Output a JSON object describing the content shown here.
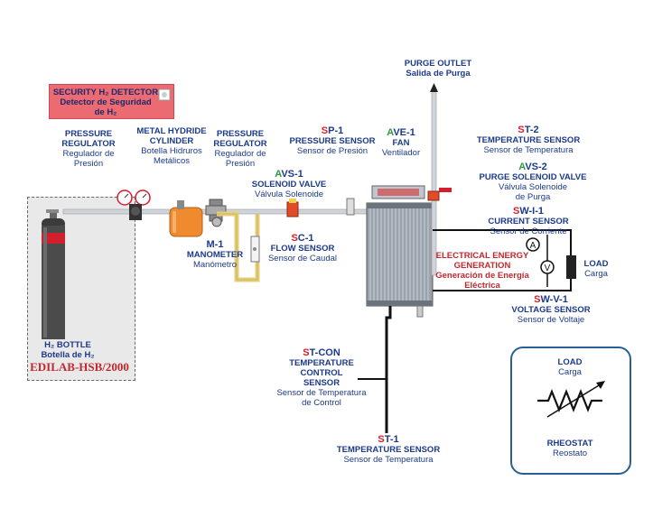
{
  "security_detector": {
    "title": "SECURITY H₂ DETECTOR",
    "sub1": "Detector de Seguridad",
    "sub2": "de H₂"
  },
  "pressure_regulator_1": {
    "t1": "PRESSURE",
    "t2": "REGULATOR",
    "s1": "Regulador de",
    "s2": "Presión"
  },
  "hydride_cylinder": {
    "t1": "METAL HYDRIDE",
    "t2": "CYLINDER",
    "s1": "Botella Hidruros",
    "s2": "Metálicos"
  },
  "pressure_regulator_2": {
    "t1": "PRESSURE",
    "t2": "REGULATOR",
    "s1": "Regulador de",
    "s2": "Presión"
  },
  "sp1": {
    "prefix": "S",
    "code": "P-1",
    "t": "PRESSURE SENSOR",
    "s": "Sensor de Presión"
  },
  "ave1": {
    "prefix": "A",
    "code": "VE-1",
    "t": "FAN",
    "s": "Ventilador"
  },
  "purge_outlet": {
    "t": "PURGE OUTLET",
    "s": "Salida de Purga"
  },
  "st2": {
    "prefix": "S",
    "code": "T-2",
    "t": "TEMPERATURE SENSOR",
    "s": "Sensor de Temperatura"
  },
  "avs2": {
    "prefix": "A",
    "code": "VS-2",
    "t": "PURGE SOLENOID VALVE",
    "s1": "Válvula Solenoide",
    "s2": "de Purga"
  },
  "swi1": {
    "prefix": "S",
    "code": "W-I-1",
    "t": "CURRENT SENSOR",
    "s": "Sensor de Corriente"
  },
  "avs1": {
    "prefix": "A",
    "code": "VS-1",
    "t": "SOLENOID VALVE",
    "s": "Válvula Solenoide"
  },
  "sc1": {
    "prefix": "S",
    "code": "C-1",
    "t": "FLOW SENSOR",
    "s": "Sensor de Caudal"
  },
  "m1": {
    "code": "M-1",
    "t": "MANOMETER",
    "s": "Manómetro"
  },
  "electrical": {
    "t1": "ELECTRICAL ENERGY",
    "t2": "GENERATION",
    "s1": "Generación de Energía",
    "s2": "Eléctrica"
  },
  "load": {
    "t": "LOAD",
    "s": "Carga"
  },
  "swv1": {
    "prefix": "S",
    "code": "W-V-1",
    "t": "VOLTAGE SENSOR",
    "s": "Sensor de Voltaje"
  },
  "bottle": {
    "t": "H₂ BOTTLE",
    "s": "Botella de H₂"
  },
  "brand": "EDILAB-HSB/2000",
  "stcon": {
    "prefix": "S",
    "code": "T-CON",
    "t1": "TEMPERATURE CONTROL",
    "t2": "SENSOR",
    "s1": "Sensor de Temperatura",
    "s2": "de Control"
  },
  "st1": {
    "prefix": "S",
    "code": "T-1",
    "t": "TEMPERATURE SENSOR",
    "s": "Sensor de Temperatura"
  },
  "load_box": {
    "t": "LOAD",
    "s": "Carga",
    "t2": "RHEOSTAT",
    "s2": "Reostato"
  },
  "meters": {
    "ammeter": "A",
    "voltmeter": "V"
  },
  "colors": {
    "label_blue": "#1b3a8a",
    "red_prefix": "#d62027",
    "green_prefix": "#2b9a3b",
    "cylinder": "#f08a2e",
    "stack": "#9aa3ad"
  }
}
